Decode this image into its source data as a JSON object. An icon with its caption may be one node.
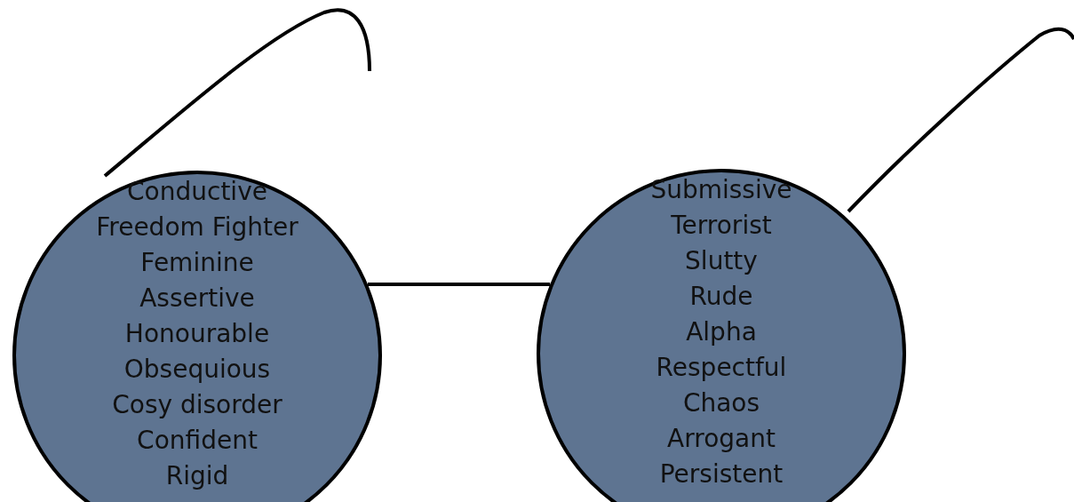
{
  "diagram": {
    "nodes": [
      {
        "text": [
          "Conductive",
          "Freedom Fighter",
          "Feminine",
          "Assertive",
          "Honourable",
          "Obsequious",
          "Cosy disorder",
          "Confident",
          "Rigid"
        ]
      },
      {
        "text": [
          "Submissive",
          "Terrorist",
          "Slutty",
          "Rude",
          "Alpha",
          "Respectful",
          "Chaos",
          "Arrogant",
          "Persistent"
        ]
      }
    ],
    "edges": [
      {
        "from": 0,
        "to": 1,
        "arrow": "none"
      }
    ]
  }
}
